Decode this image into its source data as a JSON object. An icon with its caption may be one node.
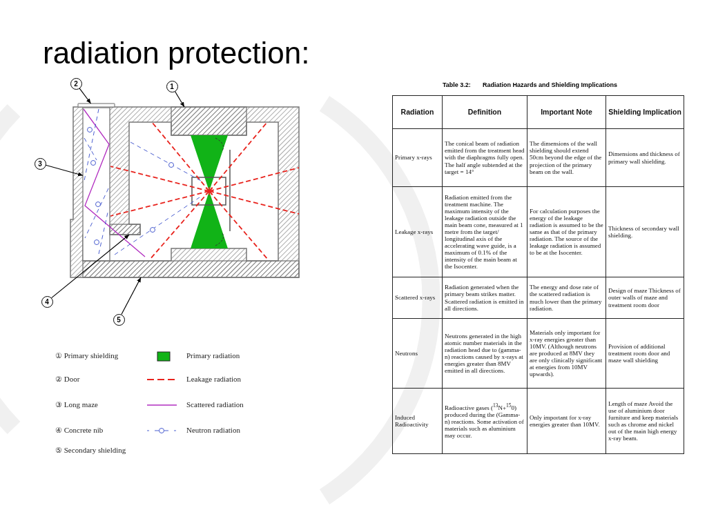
{
  "diagram": {
    "title": "radiation protection:",
    "nodes": [
      {
        "text": [
          "1"
        ]
      },
      {
        "text": [
          "2"
        ]
      },
      {
        "text": [
          "3"
        ]
      },
      {
        "text": [
          "4"
        ]
      },
      {
        "text": [
          "5"
        ]
      },
      {
        "text": [],
        "shape": "box"
      },
      {
        "text": [],
        "shape": "bar"
      },
      {
        "text": [],
        "shape": "box"
      },
      {
        "text": [],
        "shape": "box"
      },
      {
        "text": [],
        "shape": "box"
      }
    ],
    "edges": [
      {
        "from": 0,
        "to": 5,
        "arrow": "to"
      },
      {
        "from": 1,
        "to": 6,
        "arrow": "to"
      },
      {
        "from": 2,
        "to": 7,
        "arrow": "to"
      },
      {
        "from": 3,
        "to": 8,
        "arrow": "to"
      },
      {
        "from": 4,
        "to": 9,
        "arrow": "to"
      }
    ],
    "labels": [
      "① Primary shielding",
      "② Door",
      "③ Long maze",
      "④ Concrete nib",
      "⑤ Secondary shielding",
      "Table 3.2:",
      "Radiation Hazards and Shielding Implications",
      "Radiation",
      "Definition",
      "Important Note",
      "Shielding Implication",
      "Primary x-rays",
      "The conical beam of radiation emitted from the treatment head with the diaphragms fully open. The half angle subtended at the target = 14°",
      "The dimensions of the wall shielding should extend 50cm beyond the edge of the projection of the primary beam on the wall.",
      "Dimensions and thickness of primary wall shielding.",
      "Leakage x-rays",
      "Radiation emitted from the treatment machine. The maximum intensity of the leakage radiation outside the main beam cone, measured at 1 metre from the target/ longitudinal axis of the accelerating wave guide, is a maximum of 0.1% of the intensity of the main beam at the Isocenter.",
      "For calculation purposes the energy of the leakage radiation is assumed to be the same as that of the primary radiation. The source of the leakage radiation is assumed to be at the Isocenter.",
      "Thickness of secondary wall shielding.",
      "Scattered x-rays",
      "Radiation generated when the primary beam strikes matter. Scattered radiation is emitted in all directions.",
      "The energy and dose rate of the scattered radiation is much lower than the primary radiation.",
      "Design of maze Thickness of outer walls of maze and treatment room door",
      "Neutrons",
      "Neutrons generated in the high atomic number materials in the radiation head due to (gamma-n) reactions caused by x-rays at energies greater than 8MV emitted in all directions.",
      "Materials only important for x-ray energies greater than 10MV. (Although neutrons are produced at 8MV they are only clinically significant at energies from 10MV upwards).",
      "Provision of additional treatment room door and maze wall shielding",
      "Induced Radioactivity",
      "Radioactive gases ($^{13}$N+$^{15}$0) produced during the (Gamma-n) reactions. Some activation of materials such as aluminium may occur.",
      "Only important for x-ray energies greater than 10MV.",
      "Length of maze Avoid the use of aluminium door furniture and keep materials such as chrome and nickel out of the main high energy x-ray beam."
    ],
    "legend": [
      {
        "text": "Primary radiation",
        "color": "#11b317"
      },
      {
        "text": "Leakage radiation"
      },
      {
        "text": "Scattered radiation"
      },
      {
        "text": "Neutron radiation"
      }
    ]
  }
}
